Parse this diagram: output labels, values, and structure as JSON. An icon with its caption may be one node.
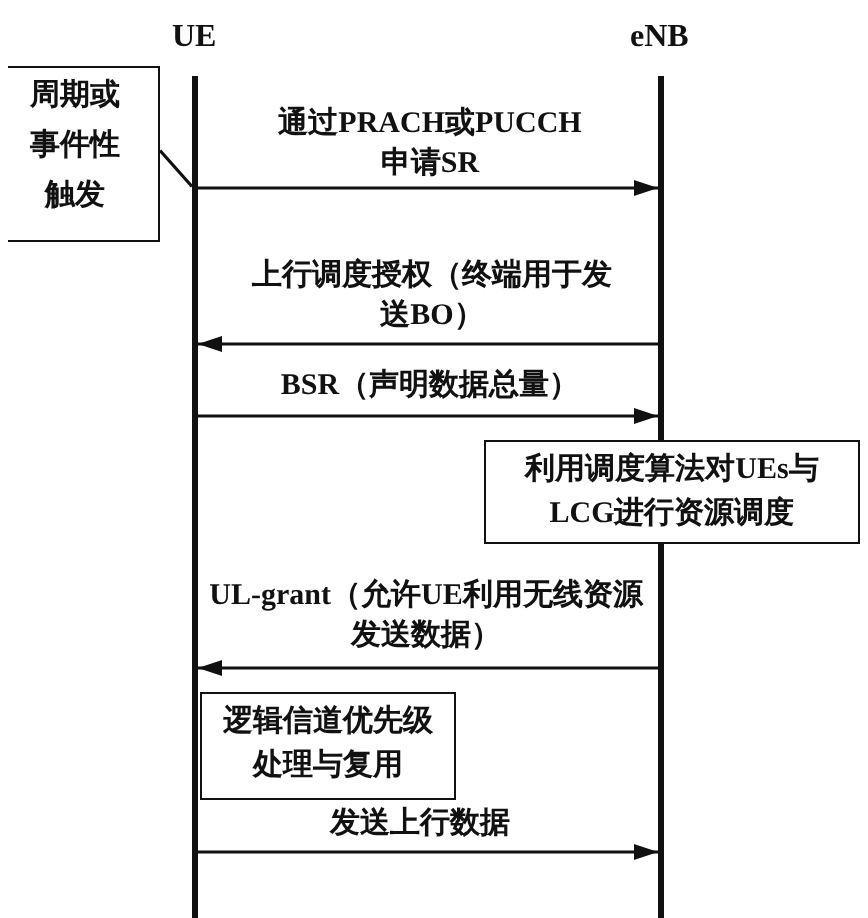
{
  "diagram": {
    "nodes": [
      {
        "text": [
          "UE"
        ]
      },
      {
        "text": [
          "eNB"
        ]
      },
      {
        "text": [
          "周期或事件性触发"
        ]
      },
      {
        "text": [
          "利用调度算法对UEs与LCG进行资源调度"
        ]
      },
      {
        "text": [
          "逻辑信道优先级处理与复用"
        ]
      }
    ],
    "edges": [
      {
        "from": 2,
        "to": 0,
        "arrow": "none"
      },
      {
        "from": 0,
        "to": 1,
        "arrow": "to",
        "label": "通过PRACH或PUCCH申请SR"
      },
      {
        "from": 1,
        "to": 0,
        "arrow": "to",
        "label": "上行调度授权（终端用于发送BO）"
      },
      {
        "from": 0,
        "to": 1,
        "arrow": "to",
        "label": "BSR（声明数据总量）"
      },
      {
        "from": 1,
        "to": 0,
        "arrow": "to",
        "label": "UL-grant（允许UE利用无线资源发送数据）"
      },
      {
        "from": 0,
        "to": 1,
        "arrow": "to",
        "label": "发送上行数据"
      }
    ]
  }
}
